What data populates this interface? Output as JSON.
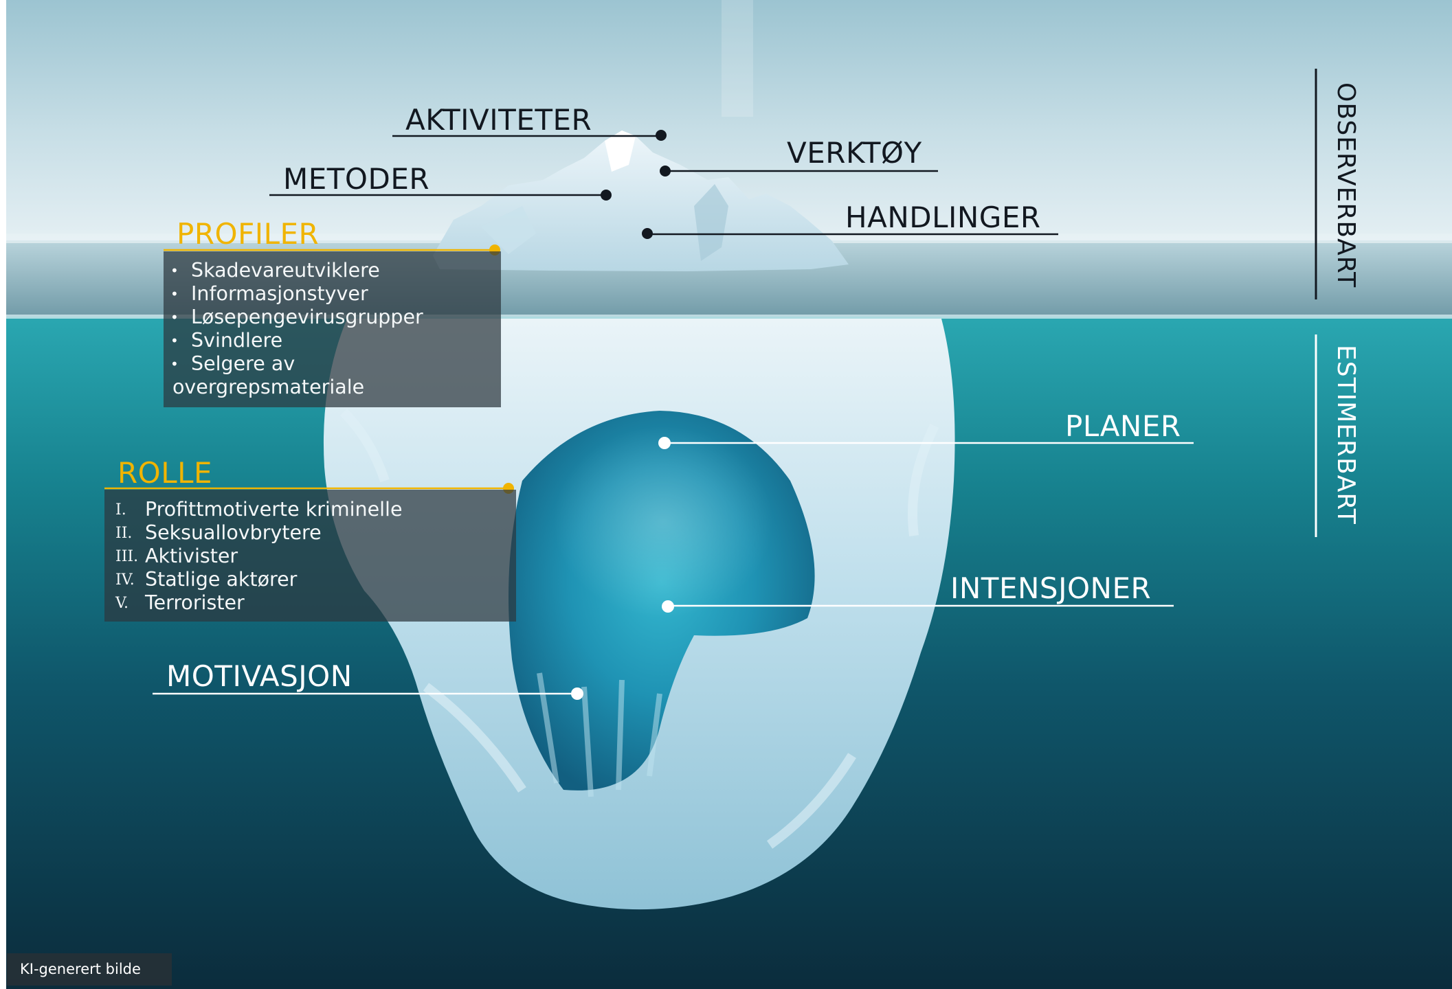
{
  "image": {
    "subject": "iceberg-illustration",
    "colors": {
      "sky_top": "#9cc4d1",
      "sky_horizon": "#e4eff3",
      "sea_surface": "#6f99a6",
      "water_top": "#2aa7b1",
      "water_deep": "#0b2c3c",
      "ice_light": "#eef6fa",
      "ice_shadow": "#8fc2d6",
      "ice_core": "#34b7cf"
    }
  },
  "labels": {
    "aktiviteter": "AKTIVITETER",
    "verktoy": "VERKTØY",
    "metoder": "METODER",
    "handlinger": "HANDLINGER",
    "planer": "PLANER",
    "intensjoner": "INTENSJONER",
    "motivasjon": "MOTIVASJON"
  },
  "profiler": {
    "title": "PROFILER",
    "items": [
      "Skadevareutviklere",
      "Informasjonstyver",
      "Løsepengevirusgrupper",
      "Svindlere"
    ],
    "last_item_line1": "Selgere av",
    "last_item_line2": "overgrepsmateriale",
    "bullet": "•"
  },
  "rolle": {
    "title": "ROLLE",
    "items": [
      {
        "numeral": "I.",
        "text": "Profittmotiverte kriminelle"
      },
      {
        "numeral": "II.",
        "text": "Seksuallovbrytere"
      },
      {
        "numeral": "III.",
        "text": "Aktivister"
      },
      {
        "numeral": "IV.",
        "text": "Statlige aktører"
      },
      {
        "numeral": "V.",
        "text": "Terrorister"
      }
    ]
  },
  "side": {
    "observerbart": "OBSERVERBART",
    "estimerbart": "ESTIMERBART"
  },
  "caption": "KI-generert bilde",
  "colors": {
    "accent": "#f0b400",
    "label_dark": "#121820",
    "label_light": "#ffffff",
    "panel": "#2d373e"
  }
}
